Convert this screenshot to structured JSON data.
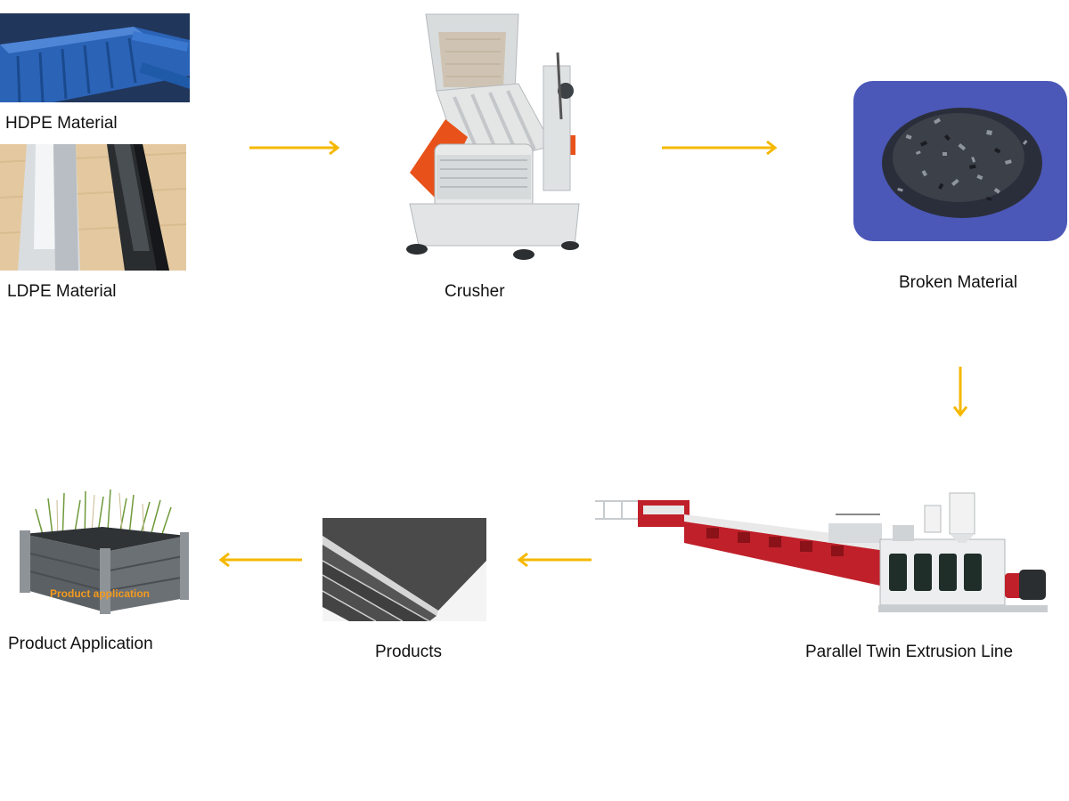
{
  "colors": {
    "arrow": "#F5B800",
    "hdpe_blue": "#2B63B6",
    "crusher_grey": "#E4E6E6",
    "crusher_orange": "#E8521A",
    "granule_bg": "#4C58B8",
    "extruder_red": "#C0202A",
    "board_grey": "#4A4A4A",
    "planter_overlay": "#F59A1C"
  },
  "nodes": {
    "hdpe": {
      "label": "HDPE Material",
      "icon": "hdpe-pipes-photo"
    },
    "ldpe": {
      "label": "LDPE Material",
      "icon": "ldpe-profiles-photo"
    },
    "crusher": {
      "label": "Crusher",
      "icon": "crusher-machine-photo"
    },
    "broken": {
      "label": "Broken Material",
      "icon": "plastic-granules-photo"
    },
    "extrusion": {
      "label": "Parallel Twin Extrusion Line",
      "icon": "extrusion-line-photo"
    },
    "products": {
      "label": "Products",
      "icon": "plastic-boards-photo"
    },
    "application": {
      "label": "Product Application",
      "overlay_text": "Product application",
      "icon": "planter-box-photo"
    }
  },
  "arrows": [
    "materials-to-crusher",
    "crusher-to-broken",
    "broken-to-extrusion",
    "extrusion-to-products",
    "products-to-application"
  ]
}
